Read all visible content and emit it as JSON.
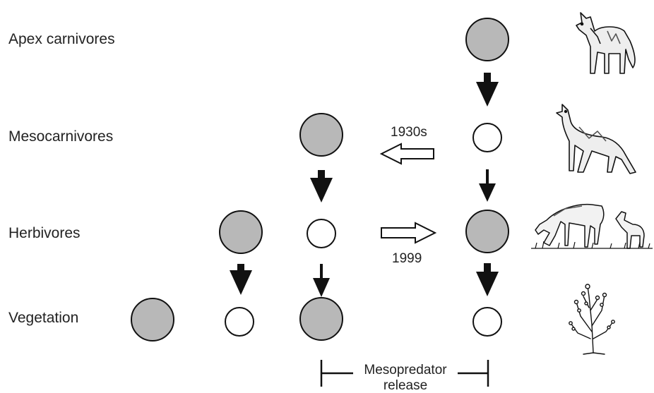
{
  "levels": {
    "apex": "Apex carnivores",
    "meso": "Mesocarnivores",
    "herb": "Herbivores",
    "veg": "Vegetation"
  },
  "transitions": {
    "left": "1930s",
    "right": "1999"
  },
  "bracket_label": {
    "line1": "Mesopredator",
    "line2": "release"
  },
  "illustrations": [
    "wolf-icon",
    "coyote-icon",
    "deer-icon",
    "sagebrush-icon"
  ],
  "colors": {
    "filled": "#b8b8b8",
    "outline": "#111111",
    "empty": "#ffffff",
    "arrow": "#111111"
  }
}
